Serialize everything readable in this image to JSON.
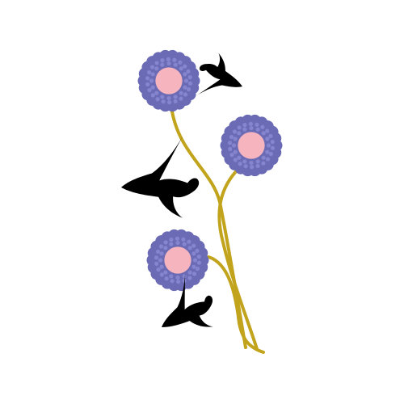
{
  "palette": {
    "background": "#ffffff",
    "stem": "#c2a31c",
    "petal": "#6b6bb5",
    "petal_dot": "#8585cf",
    "center": "#f6b4bf",
    "bird": "#000000"
  },
  "flowers": [
    {
      "name": "top-left-flower",
      "petal_count": 22
    },
    {
      "name": "middle-right-flower",
      "petal_count": 22
    },
    {
      "name": "bottom-left-flower",
      "petal_count": 22
    }
  ],
  "birds": [
    {
      "name": "small-top-bird",
      "icon": "swallow-icon"
    },
    {
      "name": "large-middle-bird",
      "icon": "swallow-icon"
    },
    {
      "name": "bottom-bird",
      "icon": "swallow-icon"
    }
  ]
}
